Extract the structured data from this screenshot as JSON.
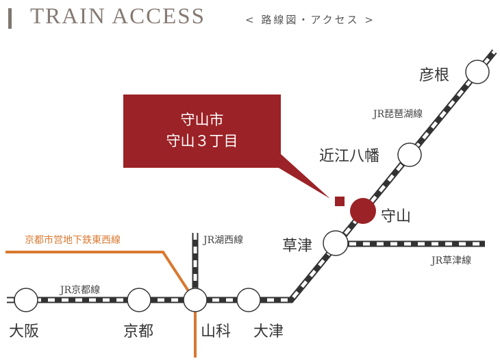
{
  "header": {
    "title": "TRAIN ACCESS",
    "subtitle": "< 路線図・アクセス >"
  },
  "callout": {
    "line1": "守山市",
    "line2": "守山３丁目"
  },
  "lines": {
    "biwako": "JR琵琶湖線",
    "kusatsu": "JR草津線",
    "kosei": "JR湖西線",
    "kyoto": "JR京都線",
    "subway": "京都市営地下鉄東西線"
  },
  "stations": {
    "hikone": "彦根",
    "omihachiman": "近江八幡",
    "moriyama": "守山",
    "kusatsu": "草津",
    "osaka": "大阪",
    "kyoto": "京都",
    "yamashina": "山科",
    "otsu": "大津"
  },
  "colors": {
    "accent": "#9b2226",
    "subway": "#d9782f",
    "rail": "#333333"
  }
}
